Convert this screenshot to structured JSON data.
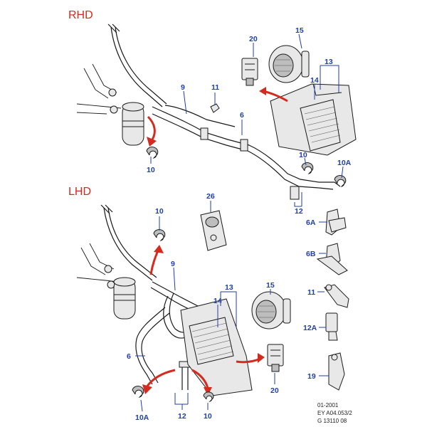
{
  "sections": {
    "rhd": "RHD",
    "lhd": "LHD"
  },
  "callouts": {
    "rhd": {
      "c20": "20",
      "c15": "15",
      "c13": "13",
      "c14": "14",
      "c11": "11",
      "c9": "9",
      "c6": "6",
      "c10a": "10",
      "c10b": "10",
      "c10A": "10A",
      "c12": "12"
    },
    "lhd": {
      "c10top": "10",
      "c26": "26",
      "c9": "9",
      "c13": "13",
      "c14": "14",
      "c15": "15",
      "c6": "6",
      "c20": "20",
      "c10A": "10A",
      "c12": "12",
      "c10bot": "10"
    },
    "side": {
      "c6A": "6A",
      "c6B": "6B",
      "c11": "11",
      "c12A": "12A",
      "c19": "19"
    }
  },
  "reference": {
    "line1": "01-2001",
    "line2": "EY A04.053/2",
    "line3": "G 13110 08"
  },
  "colors": {
    "header": "#d42b1e",
    "callout": "#1f3fa8",
    "arrow": "#d42b1e"
  }
}
